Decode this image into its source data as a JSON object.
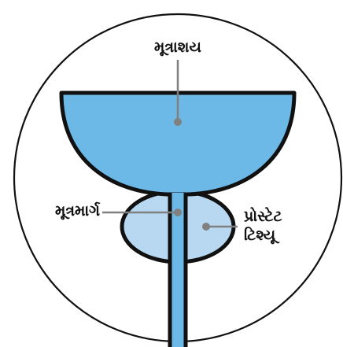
{
  "diagram": {
    "labels": {
      "bladder": "મૂત્રાશય",
      "urethra": "મૂત્રમાર્ગ",
      "prostate_line1": "પ્રોસ્ટેટ",
      "prostate_line2": "ટિશ્યૂ"
    },
    "colors": {
      "bladder_fill": "#6cb8e6",
      "prostate_fill": "#b7d8f0",
      "outline": "#111111",
      "leader_line": "#808080",
      "background": "#ffffff"
    }
  }
}
